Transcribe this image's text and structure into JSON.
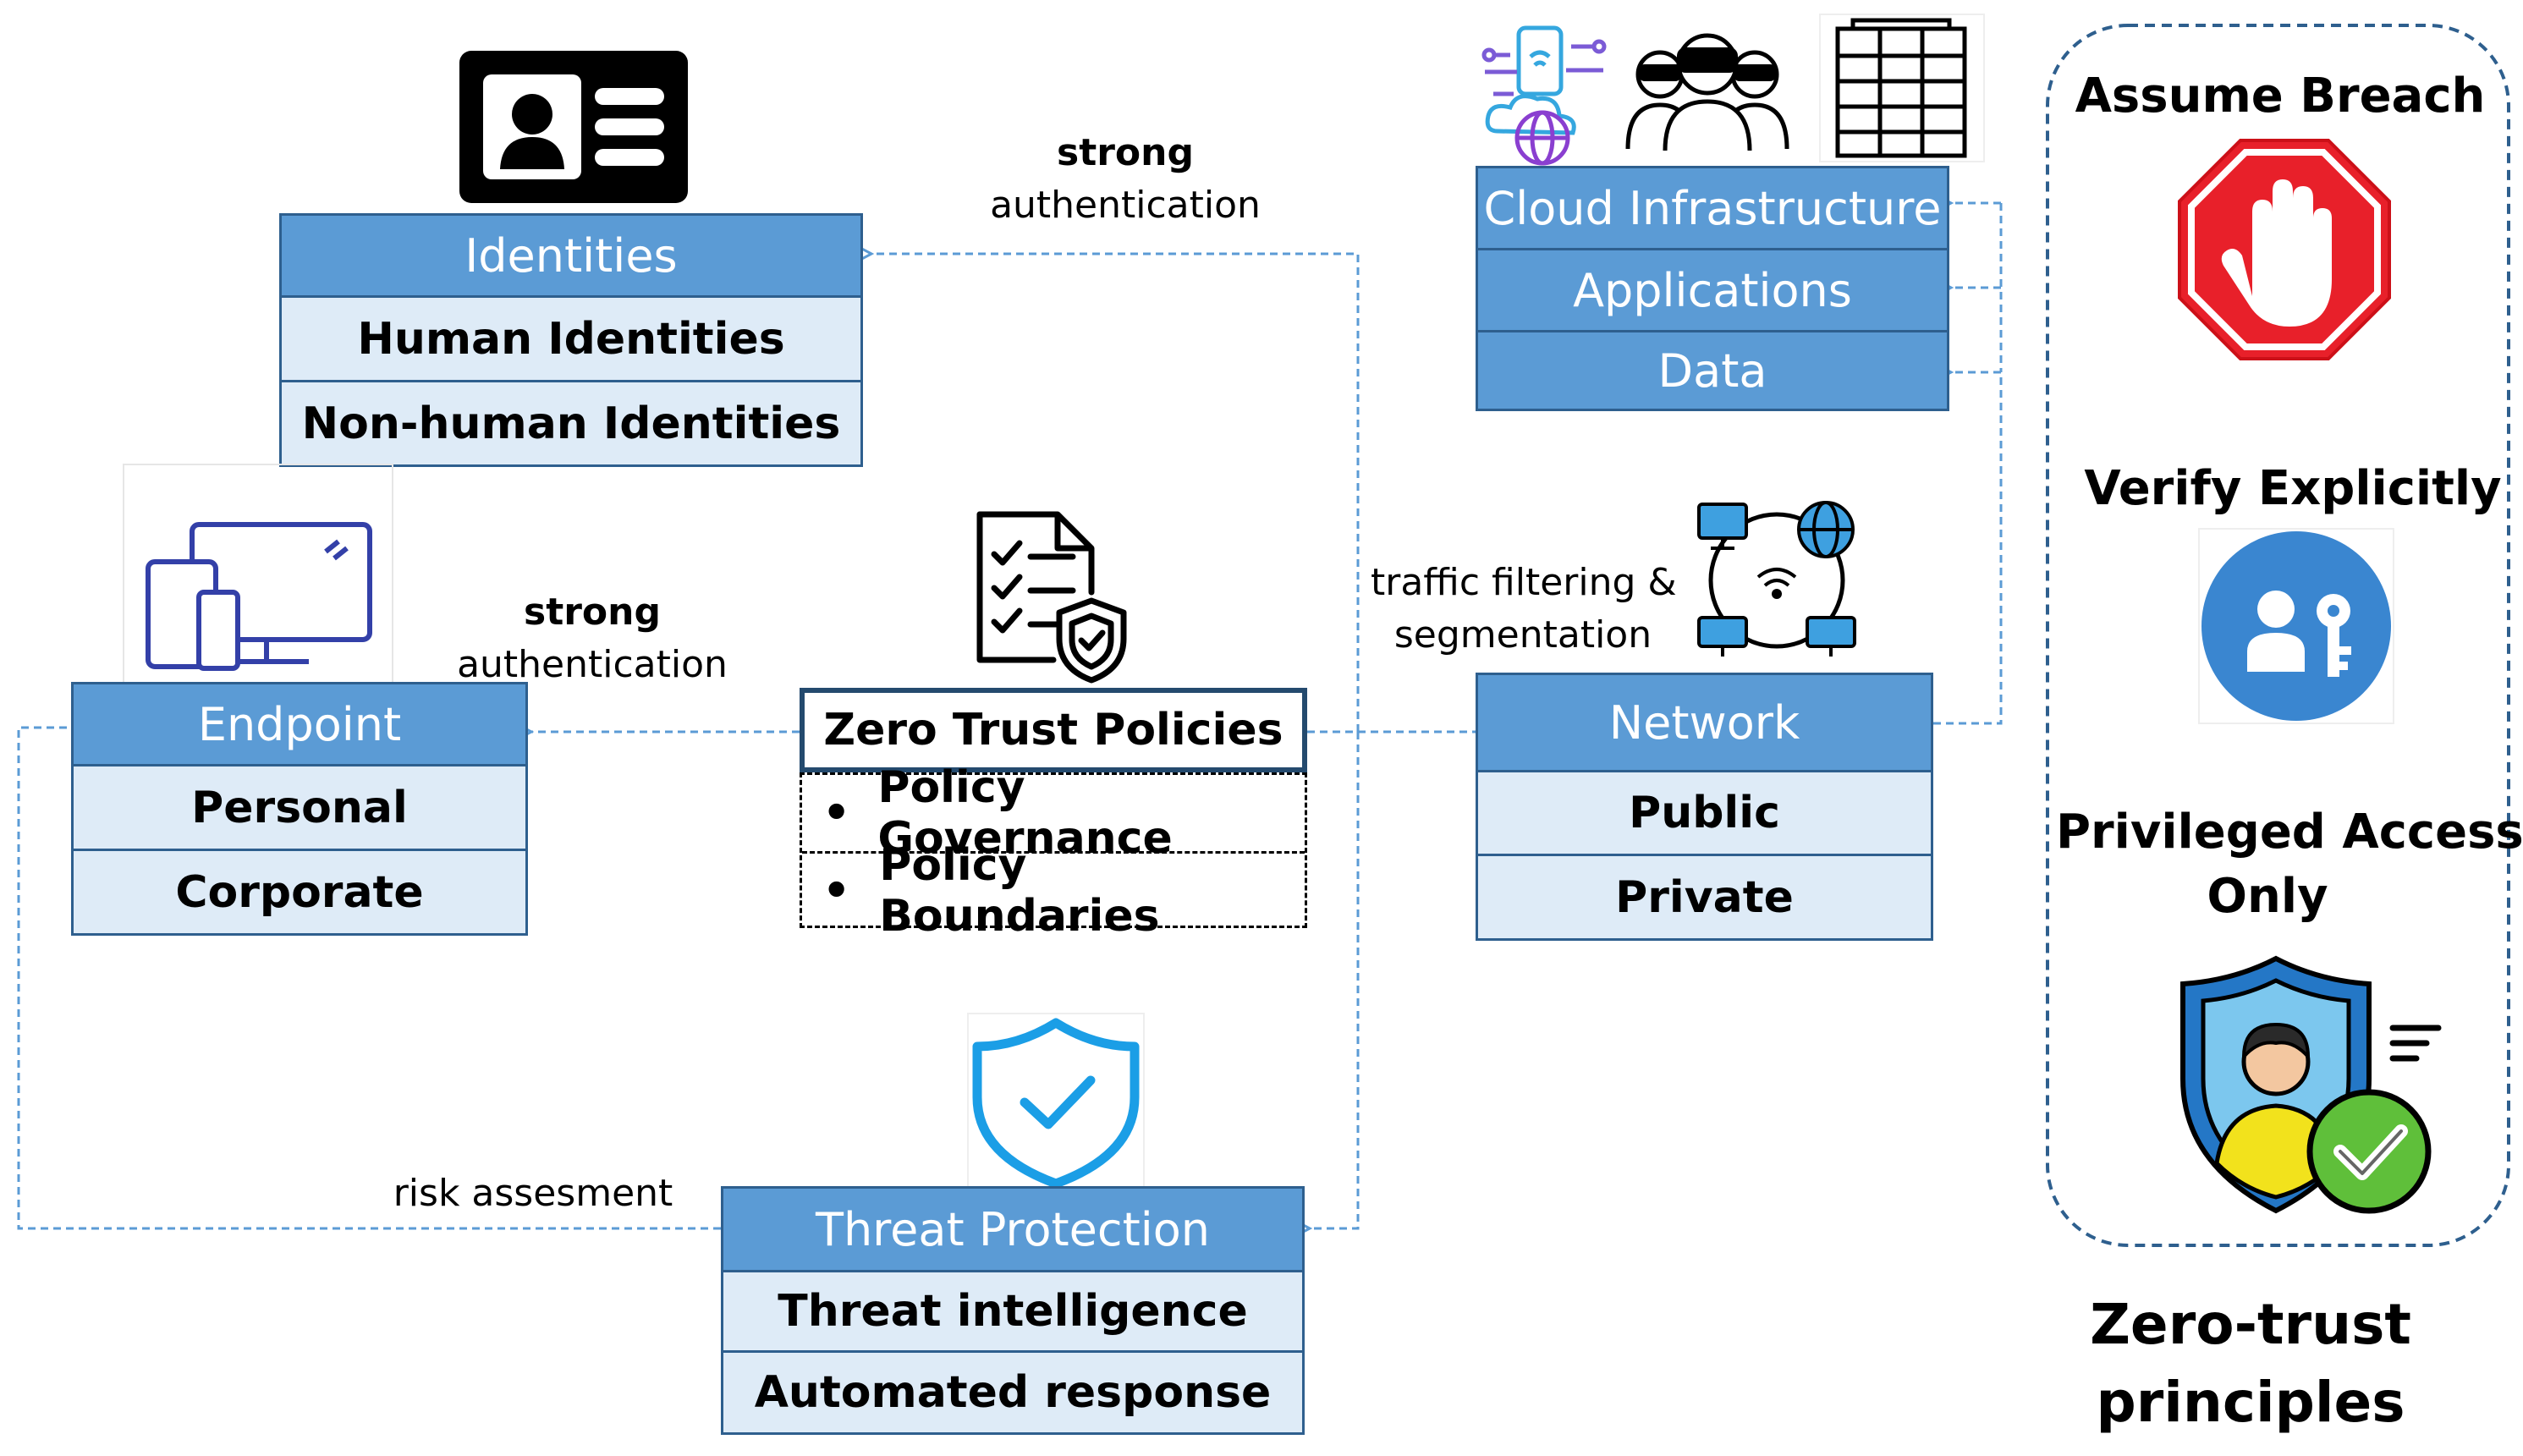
{
  "identities": {
    "header": "Identities",
    "items": [
      "Human Identities",
      "Non-human Identities"
    ]
  },
  "endpoint": {
    "header": "Endpoint",
    "items": [
      "Personal",
      "Corporate"
    ]
  },
  "policies": {
    "header": "Zero Trust Policies",
    "bullet": "•",
    "items": [
      "Policy Governance",
      "Policy Boundaries"
    ]
  },
  "network": {
    "header": "Network",
    "items": [
      "Public",
      "Private"
    ]
  },
  "cloud": {
    "items": [
      "Cloud Infrastructure",
      "Applications",
      "Data"
    ]
  },
  "threat": {
    "header": "Threat Protection",
    "items": [
      "Threat intelligence",
      "Automated response"
    ]
  },
  "connectors": {
    "auth_top": {
      "line1": "strong",
      "line2": "authentication"
    },
    "auth_left": {
      "line1": "strong",
      "line2": "authentication"
    },
    "traffic": {
      "line1": "traffic filtering &",
      "line2": "segmentation"
    },
    "risk": "risk assesment"
  },
  "principles": {
    "assume_breach": "Assume Breach",
    "verify": "Verify Explicitly",
    "privileged_line1": "Privileged Access",
    "privileged_line2": "Only",
    "caption_line1": "Zero-trust",
    "caption_line2": "principles"
  },
  "colors": {
    "header_fill": "#5b9bd5",
    "row_fill": "#deebf7",
    "border": "#2e5f8e",
    "connector": "#5b9bd5",
    "stop_red": "#e8202a",
    "verify_blue": "#3a86d0"
  },
  "icons": [
    "id-card-icon",
    "devices-icon",
    "checklist-shield-icon",
    "network-globe-icon",
    "cloud-devices-icon",
    "vr-users-icon",
    "server-rack-icon",
    "shield-check-icon",
    "stop-hand-icon",
    "user-key-icon",
    "user-shield-check-icon"
  ]
}
